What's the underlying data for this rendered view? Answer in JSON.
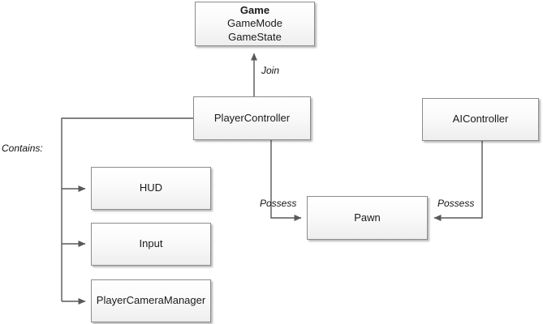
{
  "diagram": {
    "title_label": "Contains:",
    "nodes": {
      "game": {
        "title": "Game",
        "line2": "GameMode",
        "line3": "GameState"
      },
      "player_controller": {
        "label": "PlayerController"
      },
      "ai_controller": {
        "label": "AIController"
      },
      "pawn": {
        "label": "Pawn"
      },
      "hud": {
        "label": "HUD"
      },
      "input": {
        "label": "Input"
      },
      "camera_manager": {
        "label": "PlayerCameraManager"
      }
    },
    "edges": {
      "join": "Join",
      "possess_player": "Possess",
      "possess_ai": "Possess"
    },
    "colors": {
      "node_border": "#8c8c8c",
      "wire": "#59595b",
      "text": "#1a1a1a",
      "background": "#ffffff"
    }
  }
}
